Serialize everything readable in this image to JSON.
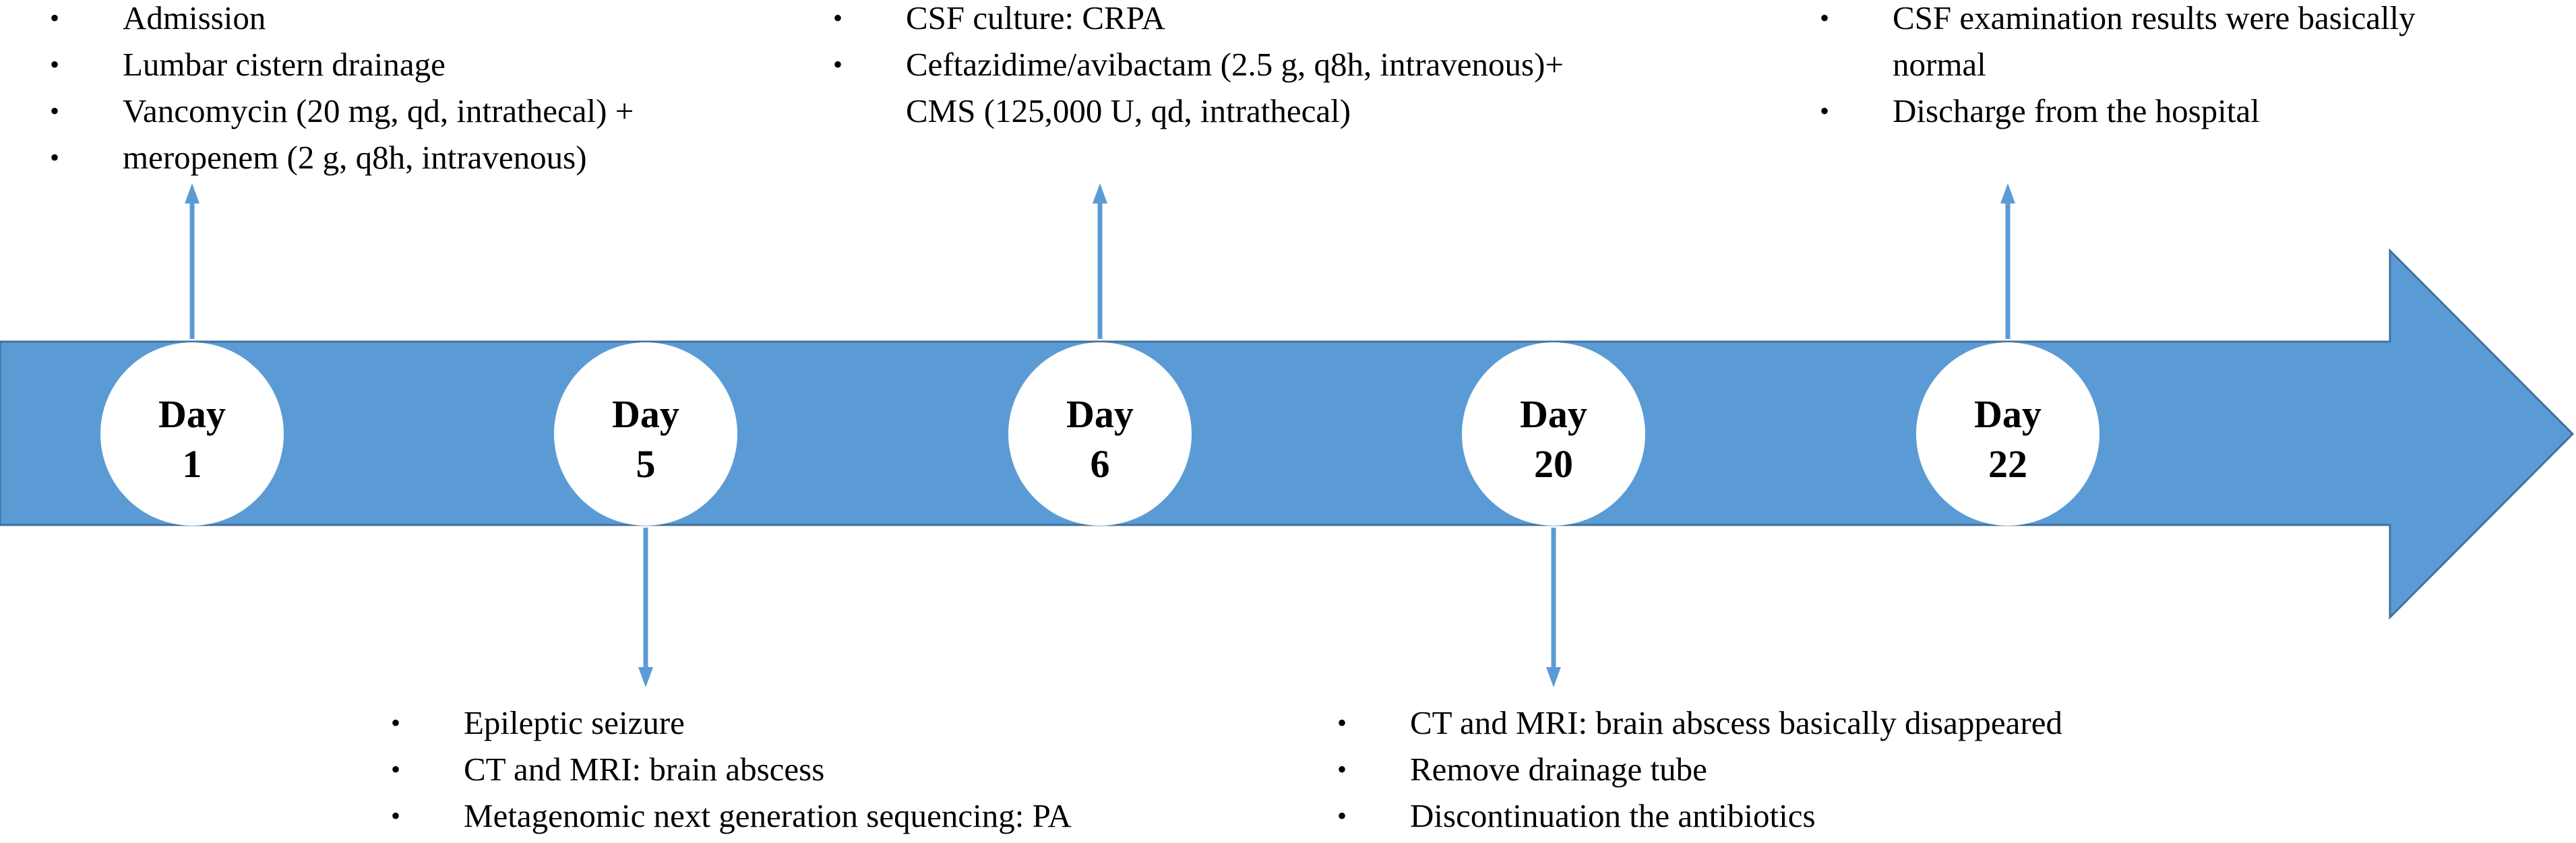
{
  "colors": {
    "arrow_fill": "#5b9bd5",
    "arrow_stroke": "#41719c",
    "connector": "#5b9bd5",
    "circle_fill": "#ffffff",
    "text": "#000000"
  },
  "timeline": {
    "day_word": "Day",
    "events": [
      {
        "day": "1",
        "side": "top",
        "notes": [
          "Admission",
          "Lumbar cistern drainage",
          "Vancomycin (20 mg, qd, intrathecal) +",
          " meropenem (2 g, q8h, intravenous)"
        ]
      },
      {
        "day": "5",
        "side": "bottom",
        "notes": [
          "Epileptic seizure",
          "CT and MRI: brain abscess",
          "Metagenomic next generation sequencing: PA"
        ]
      },
      {
        "day": "6",
        "side": "top",
        "notes": [
          "CSF culture: CRPA",
          "Ceftazidime/avibactam (2.5 g, q8h, intravenous)+\nCMS (125,000 U, qd, intrathecal)"
        ]
      },
      {
        "day": "20",
        "side": "bottom",
        "notes": [
          "CT and MRI: brain abscess basically disappeared",
          "Remove drainage tube",
          "Discontinuation the antibiotics"
        ]
      },
      {
        "day": "22",
        "side": "top",
        "notes": [
          "CSF examination results were basically\nnormal",
          "Discharge from the hospital"
        ]
      }
    ]
  }
}
